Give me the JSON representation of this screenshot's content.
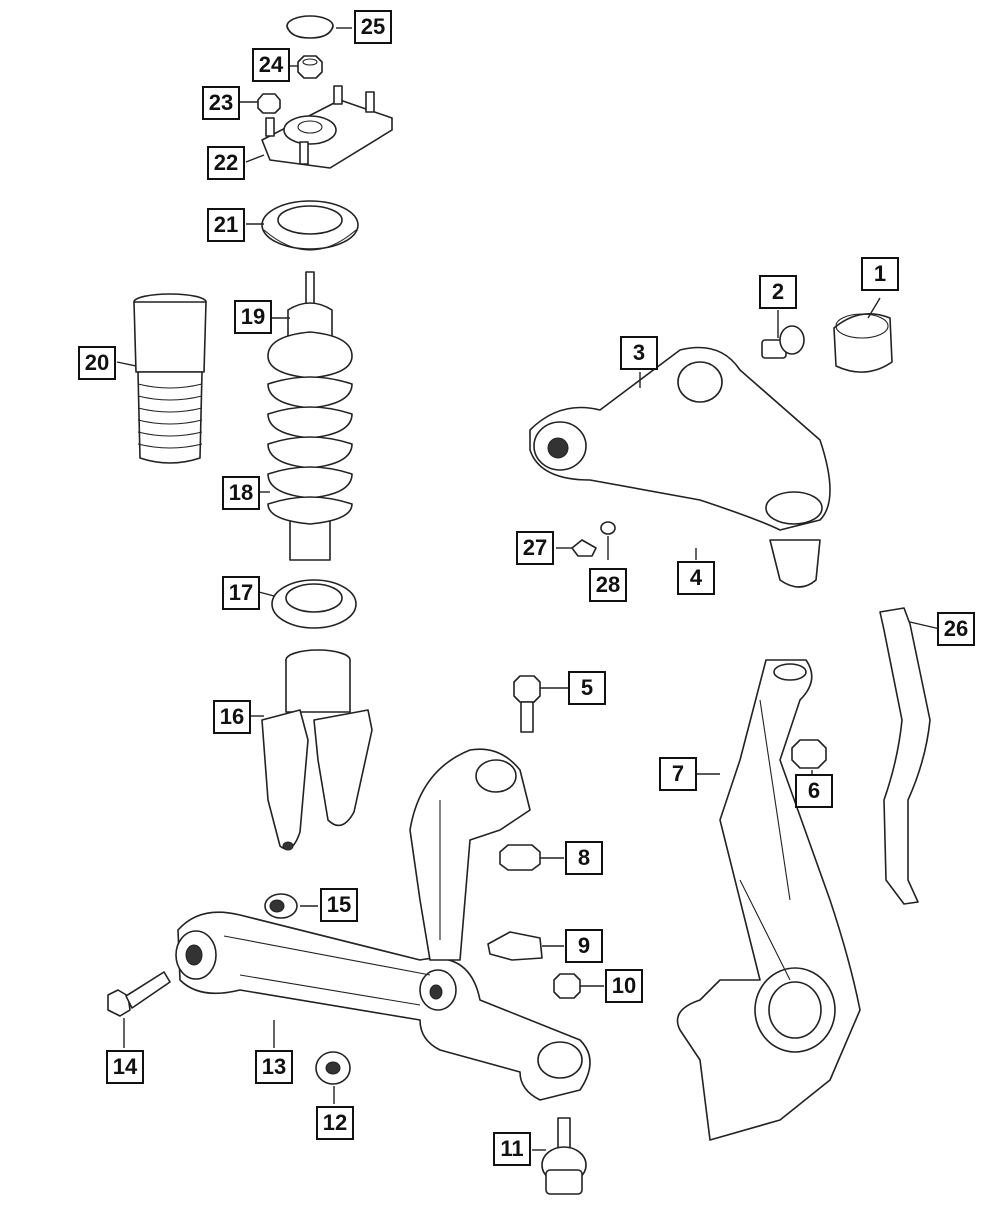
{
  "callouts": [
    {
      "id": "1",
      "label": "1"
    },
    {
      "id": "2",
      "label": "2"
    },
    {
      "id": "3",
      "label": "3"
    },
    {
      "id": "4",
      "label": "4"
    },
    {
      "id": "5",
      "label": "5"
    },
    {
      "id": "6",
      "label": "6"
    },
    {
      "id": "7",
      "label": "7"
    },
    {
      "id": "8",
      "label": "8"
    },
    {
      "id": "9",
      "label": "9"
    },
    {
      "id": "10",
      "label": "10"
    },
    {
      "id": "11",
      "label": "11"
    },
    {
      "id": "12",
      "label": "12"
    },
    {
      "id": "13",
      "label": "13"
    },
    {
      "id": "14",
      "label": "14"
    },
    {
      "id": "15",
      "label": "15"
    },
    {
      "id": "16",
      "label": "16"
    },
    {
      "id": "17",
      "label": "17"
    },
    {
      "id": "18",
      "label": "18"
    },
    {
      "id": "19",
      "label": "19"
    },
    {
      "id": "20",
      "label": "20"
    },
    {
      "id": "21",
      "label": "21"
    },
    {
      "id": "22",
      "label": "22"
    },
    {
      "id": "23",
      "label": "23"
    },
    {
      "id": "24",
      "label": "24"
    },
    {
      "id": "25",
      "label": "25"
    },
    {
      "id": "26",
      "label": "26"
    },
    {
      "id": "27",
      "label": "27"
    },
    {
      "id": "28",
      "label": "28"
    }
  ]
}
